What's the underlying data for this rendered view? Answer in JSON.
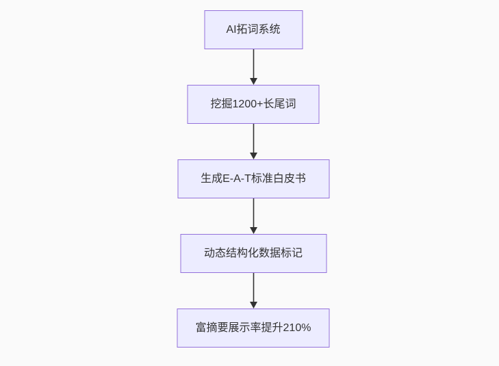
{
  "diagram": {
    "type": "flowchart",
    "direction": "top-down",
    "nodes": [
      "AI拓词系统",
      "挖掘1200+长尾词",
      "生成E-A-T标准白皮书",
      "动态结构化数据标记",
      "富摘要展示率提升210%"
    ],
    "edges": [
      {
        "from": "AI拓词系统",
        "to": "挖掘1200+长尾词"
      },
      {
        "from": "挖掘1200+长尾词",
        "to": "生成E-A-T标准白皮书"
      },
      {
        "from": "生成E-A-T标准白皮书",
        "to": "动态结构化数据标记"
      },
      {
        "from": "动态结构化数据标记",
        "to": "富摘要展示率提升210%"
      }
    ],
    "colors": {
      "background": "#fafafa",
      "node_fill": "#ececff",
      "node_border": "#9370db",
      "text": "#333333",
      "arrow": "#333333"
    }
  }
}
